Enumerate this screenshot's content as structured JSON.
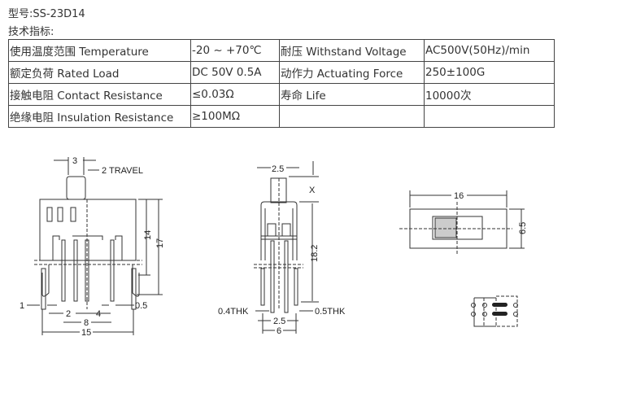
{
  "model_line": "型号:SS-23D14",
  "specs_heading": "技术指标:",
  "specs": [
    [
      "使用温度范围 Temperature",
      "-20 ~ +70℃",
      "耐压 Withstand Voltage",
      "AC500V(50Hz)/min"
    ],
    [
      "额定负荷 Rated Load",
      "DC 50V 0.5A",
      "动作力 Actuating Force",
      "250±100G"
    ],
    [
      "接触电阻 Contact Resistance",
      "≤0.03Ω",
      "寿命 Life",
      "10000次"
    ],
    [
      "绝缘电阻 Insulation Resistance",
      "≥100MΩ",
      "",
      ""
    ]
  ],
  "front_view": {
    "d_3": "3",
    "travel": "2 TRAVEL",
    "d_14": "14",
    "d_17": "17",
    "d_1": "1",
    "d_05": "0.5",
    "d_2": "2",
    "d_4": "4",
    "d_8": "8",
    "d_15": "15"
  },
  "side_view": {
    "d_25_top": "2.5",
    "x": "X",
    "d_182": "18.2",
    "thk04": "0.4THK",
    "thk05": "0.5THK",
    "d_25_bottom": "2.5",
    "d_6": "6"
  },
  "top_view": {
    "d_16": "16",
    "d_65": "6.5"
  }
}
